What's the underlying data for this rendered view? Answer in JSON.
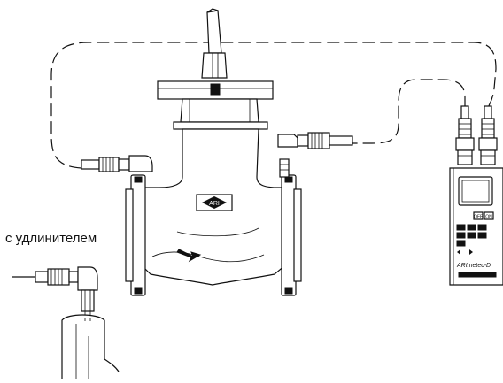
{
  "diagram": {
    "extension_label": "с удлинителем",
    "meter_model": "ARImetec-D",
    "meter_buttons": [
      "OFF",
      "ON"
    ],
    "valve_logo": "ARI",
    "flow_arrow_icon": "flow-direction-arrow-icon"
  }
}
